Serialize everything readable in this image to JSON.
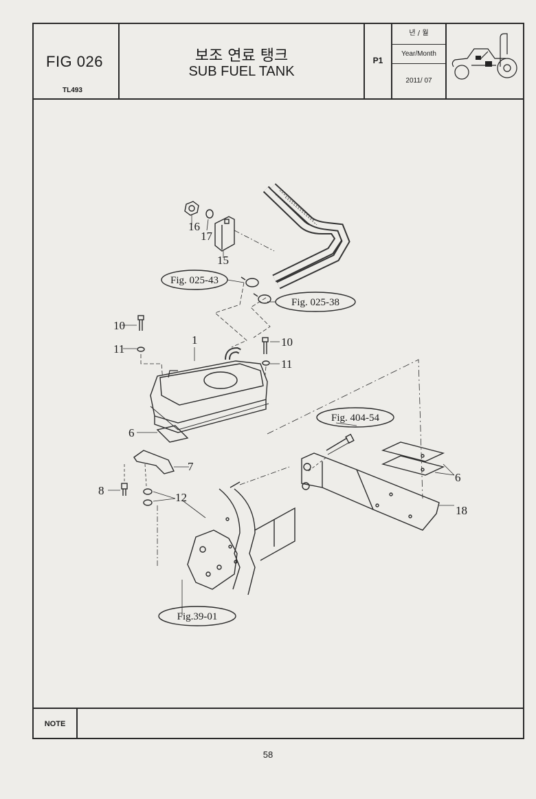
{
  "header": {
    "fig_number": "FIG 026",
    "model": "TL493",
    "title_korean": "보조 연료 탱크",
    "title_english": "SUB FUEL TANK",
    "page_code": "P1",
    "date_label_korean": "년 / 월",
    "date_label_english": "Year/Month",
    "date_value": "2011/ 07",
    "logo_icon": "tractor-icon"
  },
  "diagram": {
    "part_labels": {
      "p1": "1",
      "p6a": "6",
      "p6b": "6",
      "p7": "7",
      "p8": "8",
      "p10a": "10",
      "p10b": "10",
      "p11a": "11",
      "p11b": "11",
      "p12": "12",
      "p15": "15",
      "p16": "16",
      "p17": "17",
      "p18": "18"
    },
    "references": {
      "ref_025_43": "Fig. 025-43",
      "ref_025_38": "Fig. 025-38",
      "ref_404_54": "Fig. 404-54",
      "ref_39_01": "Fig.39-01"
    }
  },
  "note": {
    "label": "NOTE",
    "text": ""
  },
  "page_number": "58"
}
